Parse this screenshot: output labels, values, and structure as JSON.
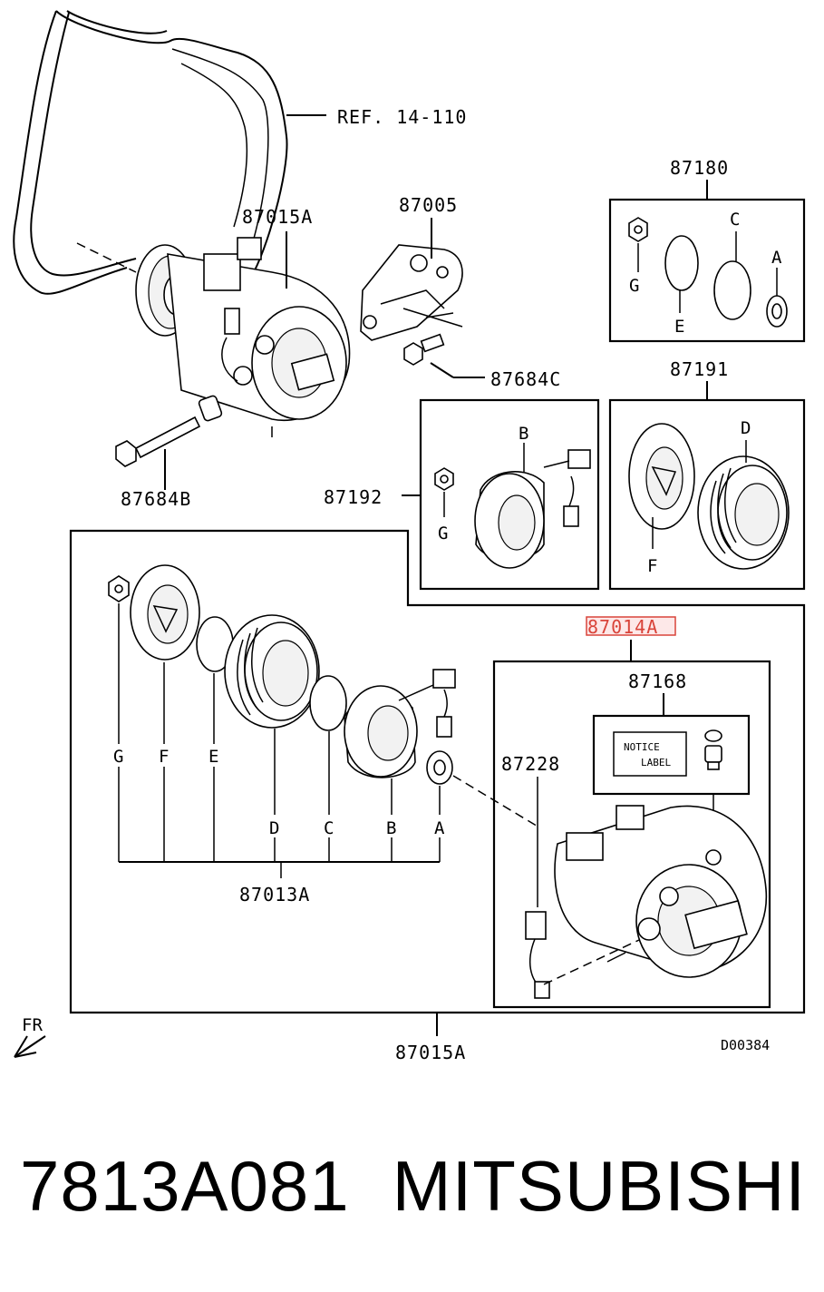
{
  "diagram": {
    "ref_label": "REF. 14-110",
    "labels": {
      "compressor_top": "87015A",
      "bracket": "87005",
      "bolt_c": "87684C",
      "bolt_b": "87684B",
      "kit_87180": "87180",
      "kit_87191": "87191",
      "kit_87192": "87192",
      "assembly_87014a": "87014A",
      "kit_87168": "87168",
      "sensor_87228": "87228",
      "clutch_87013a": "87013A",
      "compressor_bottom": "87015A"
    },
    "letters": {
      "k180_g": "G",
      "k180_e": "E",
      "k180_c": "C",
      "k180_a": "A",
      "k191_d": "D",
      "k191_f": "F",
      "k192_b": "B",
      "k192_g": "G",
      "c_g": "G",
      "c_f": "F",
      "c_e": "E",
      "c_d": "D",
      "c_c": "C",
      "c_b": "B",
      "c_a": "A"
    },
    "notice_label_line1": "NOTICE",
    "notice_label_line2": "LABEL",
    "fr_label": "FR",
    "diagram_code": "D00384",
    "highlighted_part": "87014A"
  },
  "footer": {
    "part_number": "7813A081",
    "brand": "MITSUBISHI"
  }
}
